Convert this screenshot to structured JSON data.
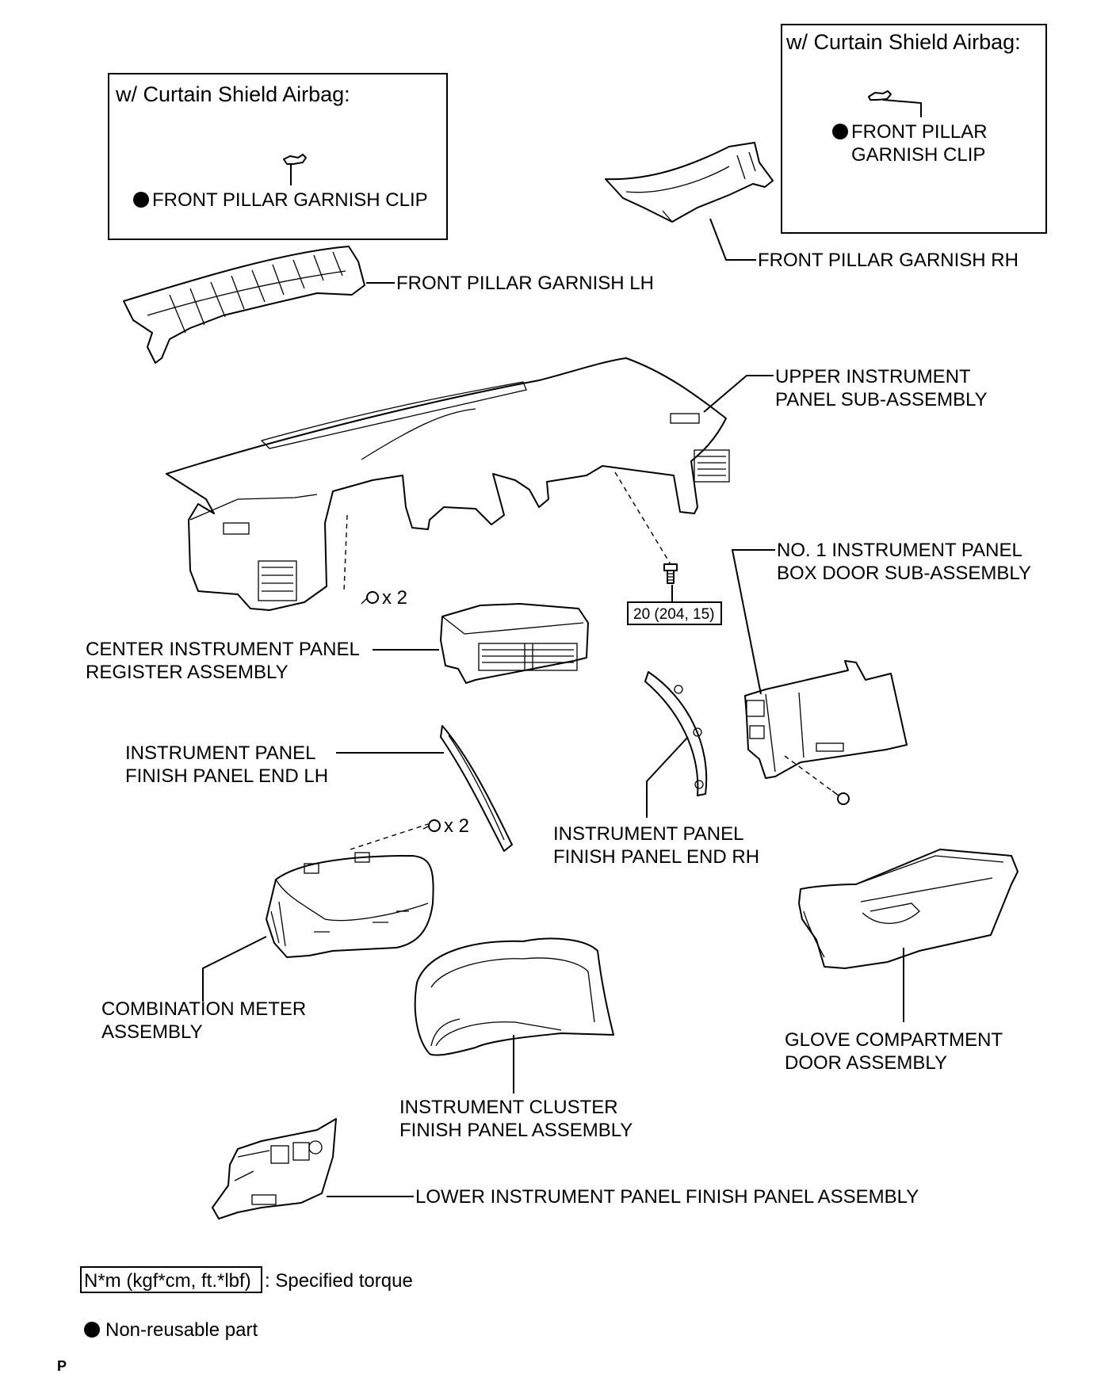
{
  "callout_boxes": [
    {
      "title": "w/ Curtain Shield Airbag:",
      "clip_label": "FRONT PILLAR GARNISH CLIP"
    },
    {
      "title": "w/ Curtain Shield Airbag:",
      "clip_label_line1": "FRONT PILLAR",
      "clip_label_line2": "GARNISH CLIP"
    }
  ],
  "parts": {
    "front_pillar_garnish_rh": "FRONT PILLAR GARNISH RH",
    "front_pillar_garnish_lh": "FRONT PILLAR GARNISH LH",
    "upper_instrument_panel": {
      "line1": "UPPER INSTRUMENT",
      "line2": "PANEL SUB-ASSEMBLY"
    },
    "no1_box_door": {
      "line1": "NO. 1 INSTRUMENT PANEL",
      "line2": "BOX DOOR SUB-ASSEMBLY"
    },
    "center_register": {
      "line1": "CENTER INSTRUMENT PANEL",
      "line2": "REGISTER ASSEMBLY"
    },
    "finish_panel_end_lh": {
      "line1": "INSTRUMENT PANEL",
      "line2": "FINISH PANEL END LH"
    },
    "finish_panel_end_rh": {
      "line1": "INSTRUMENT PANEL",
      "line2": "FINISH PANEL END RH"
    },
    "combination_meter": {
      "line1": "COMBINATION METER",
      "line2": "ASSEMBLY"
    },
    "glove_compartment": {
      "line1": "GLOVE COMPARTMENT",
      "line2": "DOOR ASSEMBLY"
    },
    "cluster_finish_panel": {
      "line1": "INSTRUMENT CLUSTER",
      "line2": "FINISH PANEL ASSEMBLY"
    },
    "lower_finish_panel": "LOWER INSTRUMENT PANEL FINISH PANEL ASSEMBLY"
  },
  "fastener_counts": {
    "upper_screws": "x 2",
    "meter_screws": "x 2"
  },
  "torque_spec": "20 (204, 15)",
  "legend": {
    "torque_box": "N*m (kgf*cm, ft.*lbf)",
    "torque_text": ": Specified torque",
    "nonreusable_text": "Non-reusable part"
  },
  "corner_mark": "P"
}
